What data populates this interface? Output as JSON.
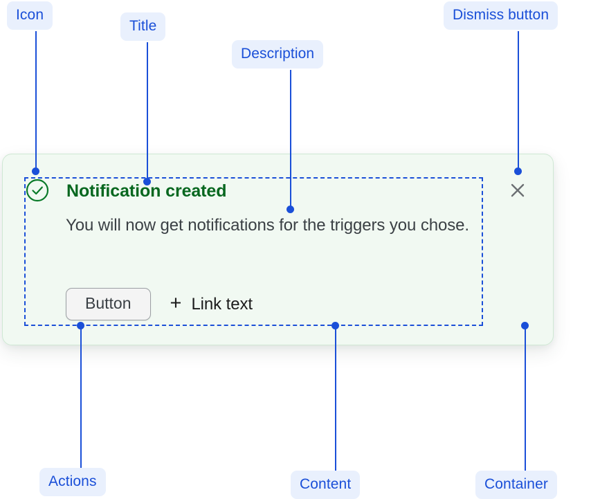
{
  "annotations": [
    {
      "id": "icon",
      "label": "Icon"
    },
    {
      "id": "title",
      "label": "Title"
    },
    {
      "id": "description",
      "label": "Description"
    },
    {
      "id": "dismiss_button",
      "label": "Dismiss button"
    },
    {
      "id": "actions",
      "label": "Actions"
    },
    {
      "id": "content",
      "label": "Content"
    },
    {
      "id": "container",
      "label": "Container"
    }
  ],
  "alert": {
    "status": "success",
    "icon": "check-circle-icon",
    "title": "Notification created",
    "description": "You will now get notifications for the triggers you chose.",
    "actions": {
      "button_label": "Button",
      "link_icon": "plus-icon",
      "link_label": "Link text"
    },
    "dismiss_icon": "close-icon"
  },
  "colors": {
    "annotation_text": "#1a4fd8",
    "annotation_background": "#e9f0fd",
    "card_background": "#f1f9f2",
    "card_border": "#cfe8d4",
    "title_text": "#07671f",
    "icon_green": "#0a7a29",
    "description_text": "#3b4045",
    "dismiss_icon": "#6b6f73",
    "button_background": "#f4f4f4",
    "button_border": "#9b9fa3"
  }
}
